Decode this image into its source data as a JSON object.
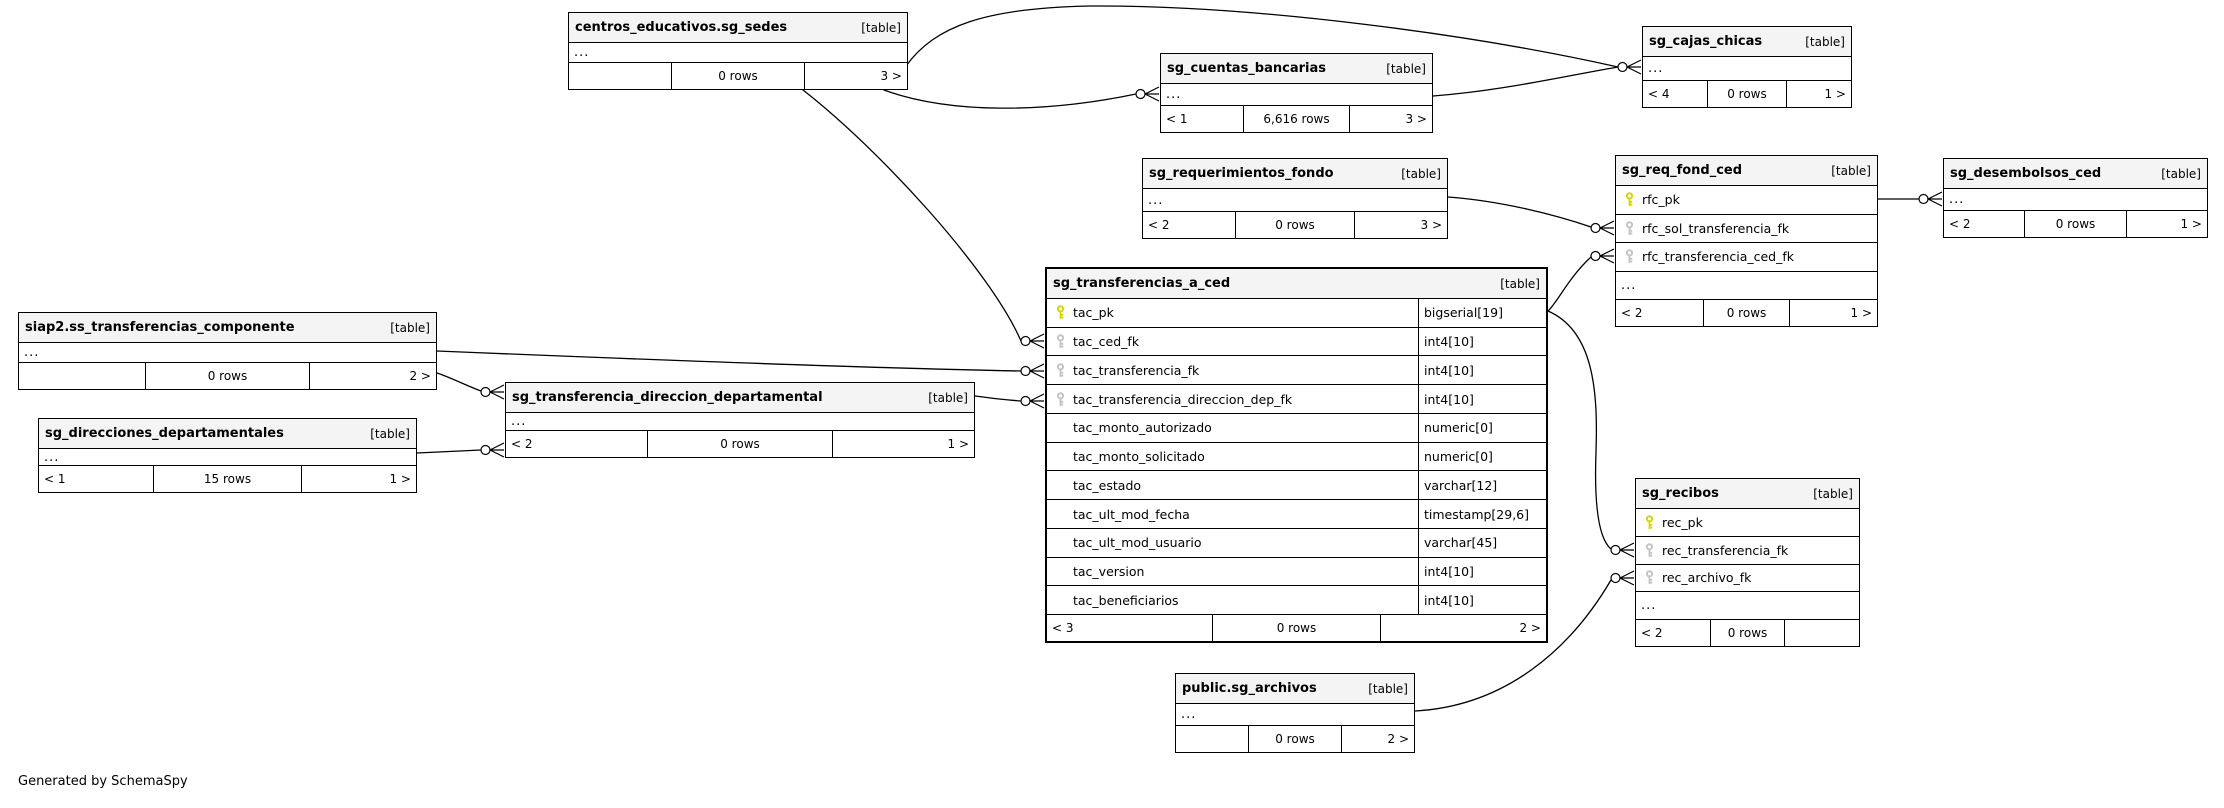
{
  "credit": "Generated by SchemaSpy",
  "colors": {
    "pk_key": "#d6d600",
    "fk_key": "#c4c4c4",
    "header_bg": "#f4f4f4",
    "line": "#000000"
  },
  "tables": [
    {
      "name": "centros_educativos.sg_sedes",
      "tag": "[table]",
      "more": "...",
      "footer": {
        "left": "",
        "center": "0 rows",
        "right": "3 >"
      }
    },
    {
      "name": "sg_cuentas_bancarias",
      "tag": "[table]",
      "more": "...",
      "footer": {
        "left": "< 1",
        "center": "6,616 rows",
        "right": "3 >"
      }
    },
    {
      "name": "sg_cajas_chicas",
      "tag": "[table]",
      "more": "...",
      "footer": {
        "left": "< 4",
        "center": "0 rows",
        "right": "1 >"
      }
    },
    {
      "name": "sg_requerimientos_fondo",
      "tag": "[table]",
      "more": "...",
      "footer": {
        "left": "< 2",
        "center": "0 rows",
        "right": "3 >"
      }
    },
    {
      "name": "sg_req_fond_ced",
      "tag": "[table]",
      "more": "...",
      "columns": [
        {
          "name": "rfc_pk",
          "key": "pk"
        },
        {
          "name": "rfc_sol_transferencia_fk",
          "key": "fk"
        },
        {
          "name": "rfc_transferencia_ced_fk",
          "key": "fk"
        }
      ],
      "footer": {
        "left": "< 2",
        "center": "0 rows",
        "right": "1 >"
      }
    },
    {
      "name": "sg_desembolsos_ced",
      "tag": "[table]",
      "more": "...",
      "footer": {
        "left": "< 2",
        "center": "0 rows",
        "right": "1 >"
      }
    },
    {
      "name": "sg_transferencias_a_ced",
      "tag": "[table]",
      "columns": [
        {
          "name": "tac_pk",
          "type": "bigserial[19]",
          "key": "pk"
        },
        {
          "name": "tac_ced_fk",
          "type": "int4[10]",
          "key": "fk"
        },
        {
          "name": "tac_transferencia_fk",
          "type": "int4[10]",
          "key": "fk"
        },
        {
          "name": "tac_transferencia_direccion_dep_fk",
          "type": "int4[10]",
          "key": "fk"
        },
        {
          "name": "tac_monto_autorizado",
          "type": "numeric[0]",
          "key": ""
        },
        {
          "name": "tac_monto_solicitado",
          "type": "numeric[0]",
          "key": ""
        },
        {
          "name": "tac_estado",
          "type": "varchar[12]",
          "key": ""
        },
        {
          "name": "tac_ult_mod_fecha",
          "type": "timestamp[29,6]",
          "key": ""
        },
        {
          "name": "tac_ult_mod_usuario",
          "type": "varchar[45]",
          "key": ""
        },
        {
          "name": "tac_version",
          "type": "int4[10]",
          "key": ""
        },
        {
          "name": "tac_beneficiarios",
          "type": "int4[10]",
          "key": ""
        }
      ],
      "footer": {
        "left": "< 3",
        "center": "0 rows",
        "right": "2 >"
      }
    },
    {
      "name": "siap2.ss_transferencias_componente",
      "tag": "[table]",
      "more": "...",
      "footer": {
        "left": "",
        "center": "0 rows",
        "right": "2 >"
      }
    },
    {
      "name": "sg_transferencia_direccion_departamental",
      "tag": "[table]",
      "more": "...",
      "footer": {
        "left": "< 2",
        "center": "0 rows",
        "right": "1 >"
      }
    },
    {
      "name": "sg_direcciones_departamentales",
      "tag": "[table]",
      "more": "...",
      "footer": {
        "left": "< 1",
        "center": "15 rows",
        "right": "1 >"
      }
    },
    {
      "name": "sg_recibos",
      "tag": "[table]",
      "more": "...",
      "columns": [
        {
          "name": "rec_pk",
          "key": "pk"
        },
        {
          "name": "rec_transferencia_fk",
          "key": "fk"
        },
        {
          "name": "rec_archivo_fk",
          "key": "fk"
        }
      ],
      "footer": {
        "left": "< 2",
        "center": "0 rows",
        "right": ""
      }
    },
    {
      "name": "public.sg_archivos",
      "tag": "[table]",
      "more": "...",
      "footer": {
        "left": "",
        "center": "0 rows",
        "right": "2 >"
      }
    }
  ]
}
